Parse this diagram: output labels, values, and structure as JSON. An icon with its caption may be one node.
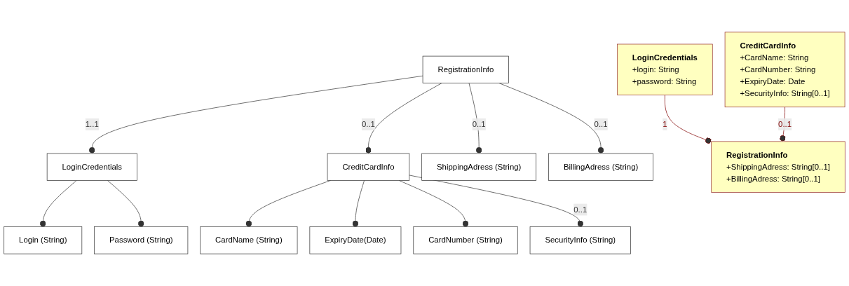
{
  "diagram": {
    "nodes": [
      {
        "text": [
          "RegistrationInfo"
        ]
      },
      {
        "text": [
          "LoginCredentials"
        ]
      },
      {
        "text": [
          "CreditCardInfo"
        ]
      },
      {
        "text": [
          "ShippingAdress (String)"
        ]
      },
      {
        "text": [
          "BillingAdress (String)"
        ]
      },
      {
        "text": [
          "Login (String)"
        ]
      },
      {
        "text": [
          "Password (String)"
        ]
      },
      {
        "text": [
          "CardName (String)"
        ]
      },
      {
        "text": [
          "ExpiryDate(Date)"
        ]
      },
      {
        "text": [
          "CardNumber (String)"
        ]
      },
      {
        "text": [
          "SecurityInfo (String)"
        ]
      },
      {
        "text": [
          "RegistrationInfo",
          "+ShippingAdress: String[0..1]",
          "+BillingAdress: String[0..1]"
        ]
      },
      {
        "text": [
          "CreditCardInfo",
          "+CardName: String",
          "+CardNumber: String",
          "+ExpiryDate: Date",
          "+SecurityInfo: String[0..1]"
        ]
      },
      {
        "text": [
          "LoginCredentials",
          "+login: String",
          "+password: String"
        ]
      }
    ],
    "edges": [
      {
        "from": 0,
        "to": 1,
        "arrow": "other",
        "label": "1..1"
      },
      {
        "from": 0,
        "to": 2,
        "arrow": "other",
        "label": "0..1"
      },
      {
        "from": 0,
        "to": 3,
        "arrow": "other",
        "label": "0..1"
      },
      {
        "from": 0,
        "to": 4,
        "arrow": "other",
        "label": "0..1"
      },
      {
        "from": 1,
        "to": 5,
        "arrow": "other"
      },
      {
        "from": 1,
        "to": 6,
        "arrow": "other"
      },
      {
        "from": 2,
        "to": 7,
        "arrow": "other"
      },
      {
        "from": 2,
        "to": 8,
        "arrow": "other"
      },
      {
        "from": 2,
        "to": 9,
        "arrow": "other"
      },
      {
        "from": 2,
        "to": 10,
        "arrow": "other",
        "label": "0..1"
      },
      {
        "from": 13,
        "to": 11,
        "arrow": "other",
        "label": "1",
        "color": "#800000"
      },
      {
        "from": 12,
        "to": 11,
        "arrow": "other",
        "label": "0..1",
        "color": "#800000"
      }
    ]
  }
}
